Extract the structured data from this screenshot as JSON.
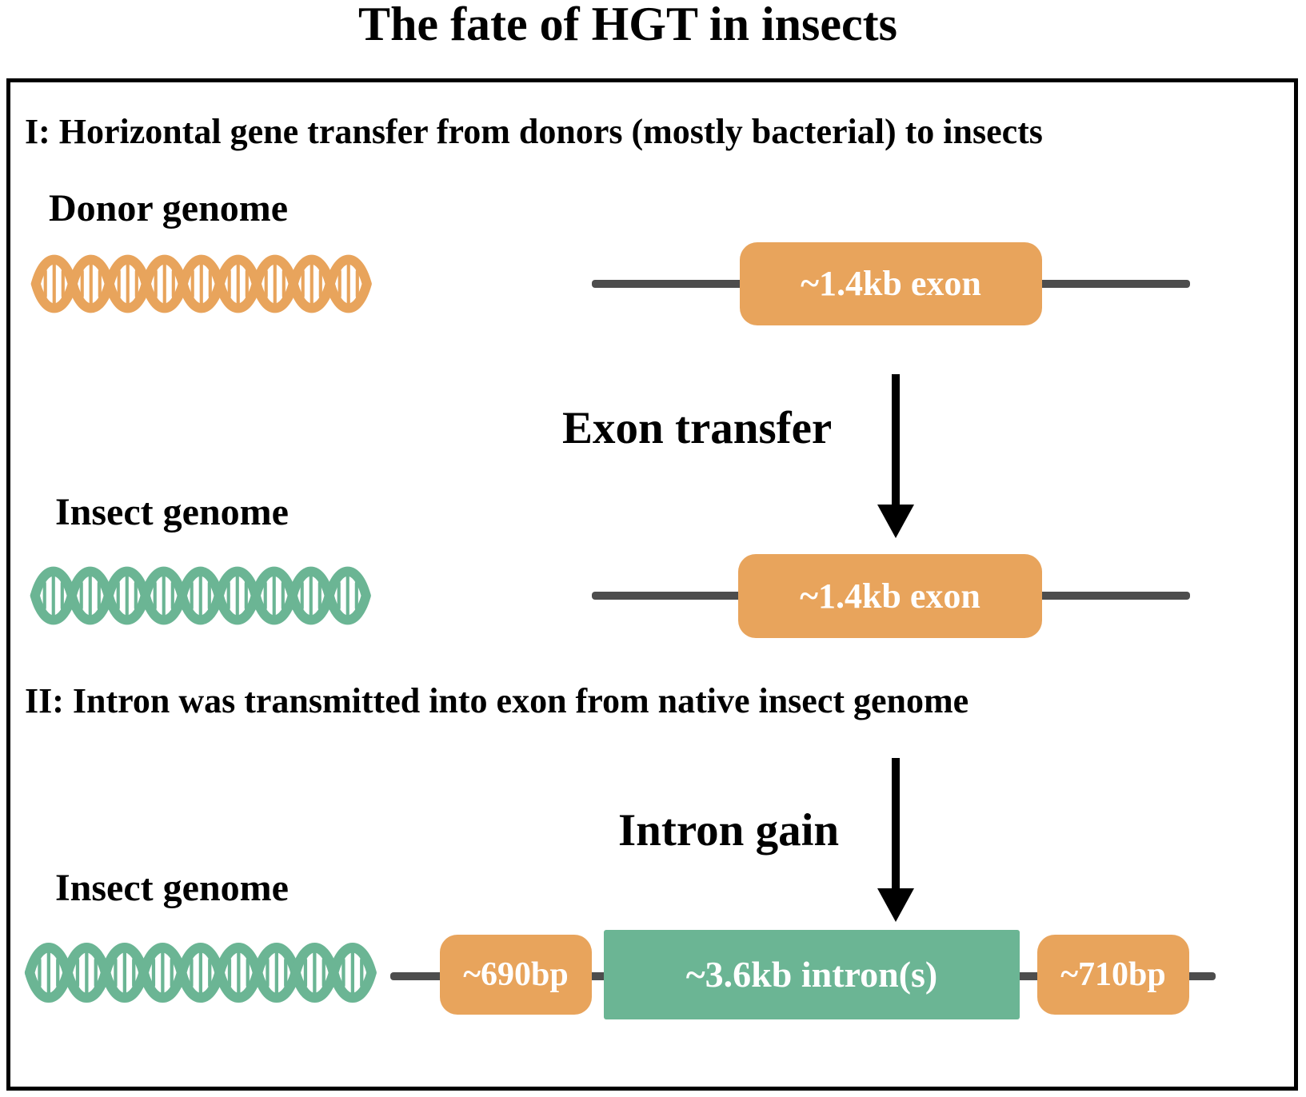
{
  "title": "The fate of HGT in insects",
  "colors": {
    "orange": "#E8A45C",
    "green": "#6BB594",
    "line": "#4D4D4D",
    "ink": "#000000",
    "paper": "#FFFFFF"
  },
  "section1": {
    "heading": "I: Horizontal gene transfer from donors (mostly bacterial) to insects",
    "donor_label": "Donor genome",
    "donor_exon": "~1.4kb exon",
    "transfer_label": "Exon transfer",
    "insect_label": "Insect genome",
    "insect_exon": "~1.4kb exon"
  },
  "section2": {
    "heading": "II: Intron was transmitted into exon from native insect genome",
    "gain_label": "Intron gain",
    "insect_label": "Insect genome",
    "left_exon": "~690bp",
    "intron": "~3.6kb intron(s)",
    "right_exon": "~710bp"
  }
}
